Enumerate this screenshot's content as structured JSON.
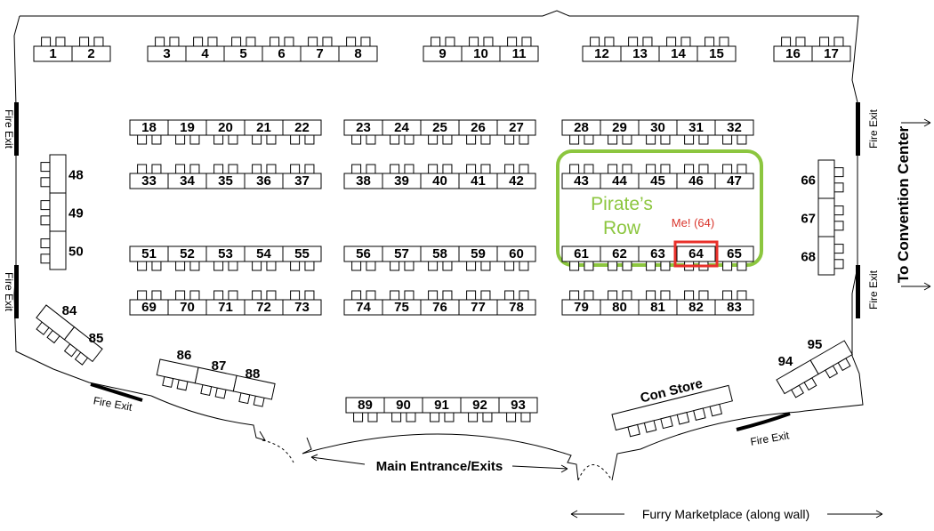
{
  "labels": {
    "fire_exit": "Fire Exit",
    "to_convention_center": "To Convention Center",
    "main_entrance": "Main Entrance/Exits",
    "marketplace": "Furry Marketplace (along wall)",
    "con_store": "Con Store",
    "pirates_row_line1": "Pirate’s",
    "pirates_row_line2": "Row",
    "me_marker": "Me! (64)"
  },
  "colors": {
    "pirates_row": "#8cc63f",
    "highlight": "#e8302a",
    "me_text": "#d9342b"
  },
  "highlight_table": "64",
  "table_rows": {
    "top_left": [
      "1",
      "2"
    ],
    "top_a": [
      "3",
      "4",
      "5",
      "6",
      "7",
      "8"
    ],
    "top_b": [
      "9",
      "10",
      "11"
    ],
    "top_c": [
      "12",
      "13",
      "14",
      "15"
    ],
    "top_d": [
      "16",
      "17"
    ],
    "r2a": [
      "18",
      "19",
      "20",
      "21",
      "22"
    ],
    "r2b": [
      "23",
      "24",
      "25",
      "26",
      "27"
    ],
    "r2c": [
      "28",
      "29",
      "30",
      "31",
      "32"
    ],
    "r3a": [
      "33",
      "34",
      "35",
      "36",
      "37"
    ],
    "r3b": [
      "38",
      "39",
      "40",
      "41",
      "42"
    ],
    "r3c": [
      "43",
      "44",
      "45",
      "46",
      "47"
    ],
    "r4a": [
      "51",
      "52",
      "53",
      "54",
      "55"
    ],
    "r4b": [
      "56",
      "57",
      "58",
      "59",
      "60"
    ],
    "r4c": [
      "61",
      "62",
      "63",
      "64",
      "65"
    ],
    "r5a": [
      "69",
      "70",
      "71",
      "72",
      "73"
    ],
    "r5b": [
      "74",
      "75",
      "76",
      "77",
      "78"
    ],
    "r5c": [
      "79",
      "80",
      "81",
      "82",
      "83"
    ],
    "bottom": [
      "89",
      "90",
      "91",
      "92",
      "93"
    ]
  },
  "side_tables": {
    "left": [
      "48",
      "49",
      "50"
    ],
    "right": [
      "66",
      "67",
      "68"
    ]
  },
  "angled_tables": {
    "g84": [
      "84",
      "85"
    ],
    "g86": [
      "86",
      "87",
      "88"
    ],
    "g94": [
      "94",
      "95"
    ]
  }
}
